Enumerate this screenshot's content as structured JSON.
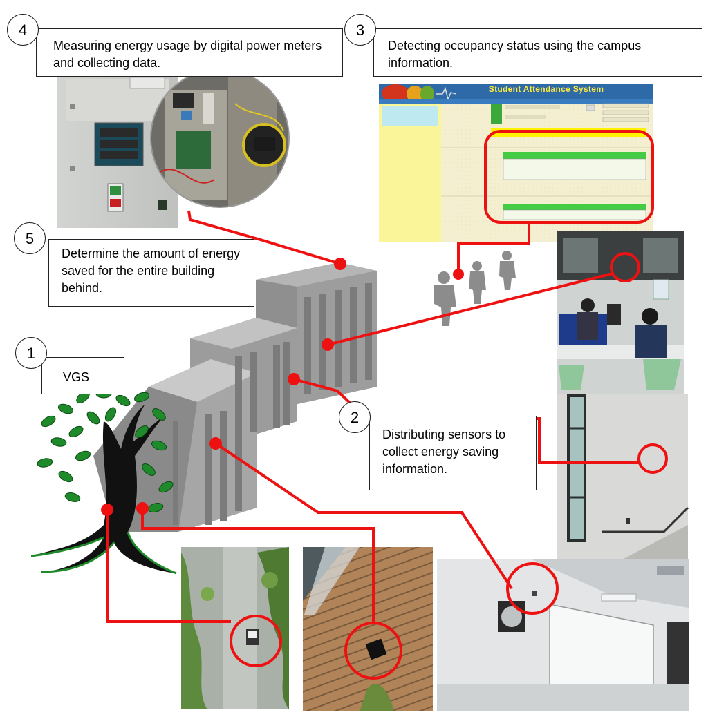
{
  "steps": [
    {
      "number": "1",
      "text": "VGS"
    },
    {
      "number": "2",
      "text": "Distributing sensors to collect energy saving information."
    },
    {
      "number": "3",
      "text": "Detecting occupancy status using the campus information."
    },
    {
      "number": "4",
      "text": "Measuring energy usage by digital power meters and collecting data."
    },
    {
      "number": "5",
      "text": "Determine the amount of energy saved for the entire building behind."
    }
  ],
  "attendance_system": {
    "title": "Student Attendance System"
  },
  "colors": {
    "connector": "#ee1111",
    "building": "#9a9a9a",
    "tree_leaf": "#1f8a2a",
    "tree_trunk": "#111111",
    "ui_header": "#2f6aa8",
    "ui_body": "#f5f1d2",
    "ui_sidebar": "#fbf59a"
  },
  "icons": [
    "plant-tree-icon",
    "building-icon",
    "person-icon",
    "sensor-icon",
    "power-meter-icon"
  ]
}
